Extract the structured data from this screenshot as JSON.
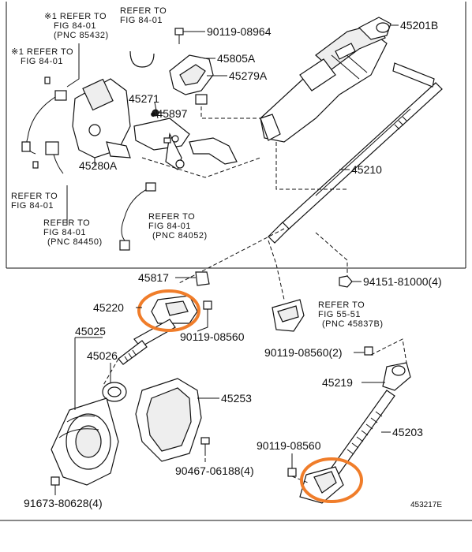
{
  "labels": {
    "p45201b": "45201B",
    "p90119_08964": "90119-08964",
    "p45805a": "45805A",
    "p45279a": "45279A",
    "p45271": "45271",
    "p45897": "●45897",
    "p45280a": "45280A",
    "p45210": "45210",
    "p45817": "45817",
    "p94151": "94151-81000(4)",
    "p45220": "45220",
    "p90119_08560_a": "90119-08560",
    "p45025": "45025",
    "p45026": "45026",
    "p90119_08560_2": "90119-08560(2)",
    "p45219": "45219",
    "p45253": "45253",
    "p45203": "45203",
    "p90119_08560_b": "90119-08560",
    "p90467": "90467-06188(4)",
    "p91673": "91673-80628(4)",
    "figure_id": "453217E"
  },
  "refs": {
    "r1": {
      "line1": "※1 REFER TO",
      "line2": "FIG 84-01",
      "line3": "(PNC 85432)"
    },
    "r2": {
      "line1": "REFER TO",
      "line2": "FIG 84-01"
    },
    "r3": {
      "line1": "※1 REFER TO",
      "line2": "FIG 84-01"
    },
    "r4": {
      "line1": "REFER TO",
      "line2": "FIG 84-01"
    },
    "r5": {
      "line1": "REFER TO",
      "line2": "FIG 84-01",
      "line3": "(PNC 84450)"
    },
    "r6": {
      "line1": "REFER TO",
      "line2": "FIG 84-01",
      "line3": "(PNC 84052)"
    },
    "r7": {
      "line1": "REFER TO",
      "line2": "FIG 55-51",
      "line3": "(PNC 45837B)"
    }
  },
  "colors": {
    "highlight": "#f07d2a",
    "ink": "#111111"
  }
}
